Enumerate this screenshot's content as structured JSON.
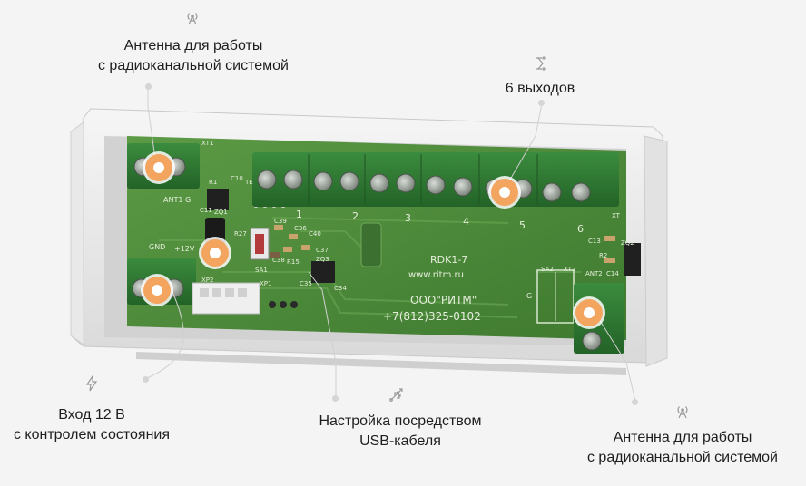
{
  "callouts": {
    "antenna_top": {
      "line1": "Антенна для работы",
      "line2": "с радиоканальной системой",
      "icon": "antenna-icon"
    },
    "outputs": {
      "label": "6 выходов",
      "icon": "relay-switch-icon"
    },
    "power": {
      "line1": "Вход 12 В",
      "line2": "с контролем состояния",
      "icon": "lightning-icon"
    },
    "usb": {
      "line1": "Настройка посредством",
      "line2": "USB-кабеля",
      "icon": "usb-icon"
    },
    "antenna_bottom": {
      "line1": "Антенна для работы",
      "line2": "с радиоканальной системой",
      "icon": "antenna-icon"
    }
  },
  "board": {
    "model": "RDK1-7",
    "website": "www.ritm.ru",
    "company": "ООО\"РИТМ\"",
    "phone": "+7(812)325-0102",
    "terminal_numbers": [
      "1",
      "2",
      "3",
      "4",
      "5",
      "6"
    ],
    "silk": {
      "xt1": "XT1",
      "ant1": "ANT1",
      "g1": "G",
      "gnd": "GND",
      "plus12v": "+12V",
      "xp2": "XP2",
      "xp1": "XP1",
      "sa1": "SA1",
      "sa2": "SA2",
      "xt2": "XT2",
      "ant2": "ANT2",
      "c14": "C14",
      "c13": "C13",
      "r2": "R2",
      "zq2": "ZQ2",
      "c11": "C11",
      "zq1": "ZQ1",
      "r1": "R1",
      "c10": "C10",
      "te": "TE",
      "c39": "C39",
      "r27": "R27",
      "c36": "C36",
      "c40": "C40",
      "c37": "C37",
      "c38": "C38",
      "r15": "R15",
      "c35": "C35",
      "c34": "C34",
      "zq3": "ZQ3",
      "g2": "G",
      "xt": "XT"
    }
  },
  "colors": {
    "accent": "#f3a45e",
    "pcb": "#4e8a3a",
    "terminal": "#2f7a34",
    "housing": "#ececec"
  }
}
